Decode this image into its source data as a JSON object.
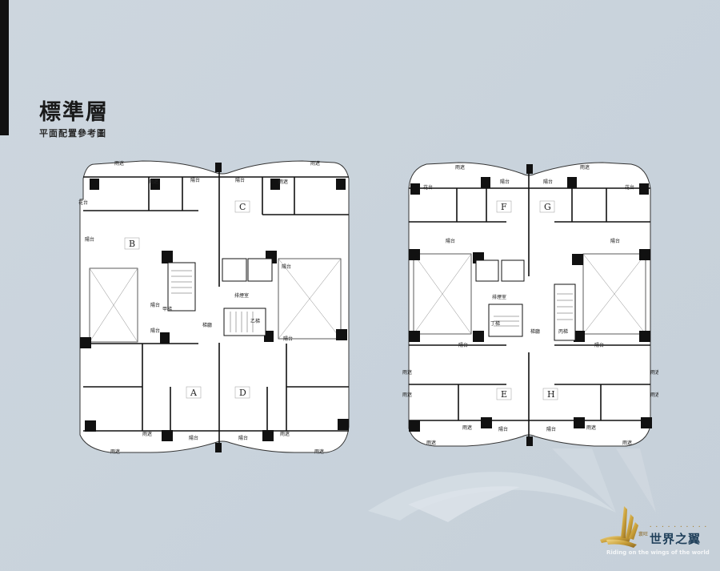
{
  "header": {
    "title": "標準層",
    "subtitle": "平面配置參考圖"
  },
  "colors": {
    "background": "#cbd5dd",
    "wall": "#111111",
    "floor": "#ffffff",
    "logo_gold": "#c9a03a",
    "logo_text": "#1f3f5a"
  },
  "left_plan": {
    "units": [
      "A",
      "B",
      "C",
      "D"
    ],
    "labels": {
      "canopy": "雨遮",
      "balcony": "陽台",
      "flower_bed": "花台",
      "elevator_lobby": "梯廳",
      "smoke_exhaust_room": "排煙室",
      "stair_a": "甲梯",
      "stair_b": "乙梯"
    }
  },
  "right_plan": {
    "units": [
      "E",
      "F",
      "G",
      "H"
    ],
    "labels": {
      "canopy": "雨遮",
      "balcony": "陽台",
      "flower_bed": "花台",
      "elevator_lobby": "梯廳",
      "smoke_exhaust_room": "排煙室",
      "stair_c": "丙梯",
      "stair_d": "丁梯"
    }
  },
  "logo": {
    "brand_prefix": "寰旺",
    "brand_name": "世界之翼",
    "dots": "• • • • •   • • • • •",
    "tagline": "Riding on the wings of the world"
  }
}
